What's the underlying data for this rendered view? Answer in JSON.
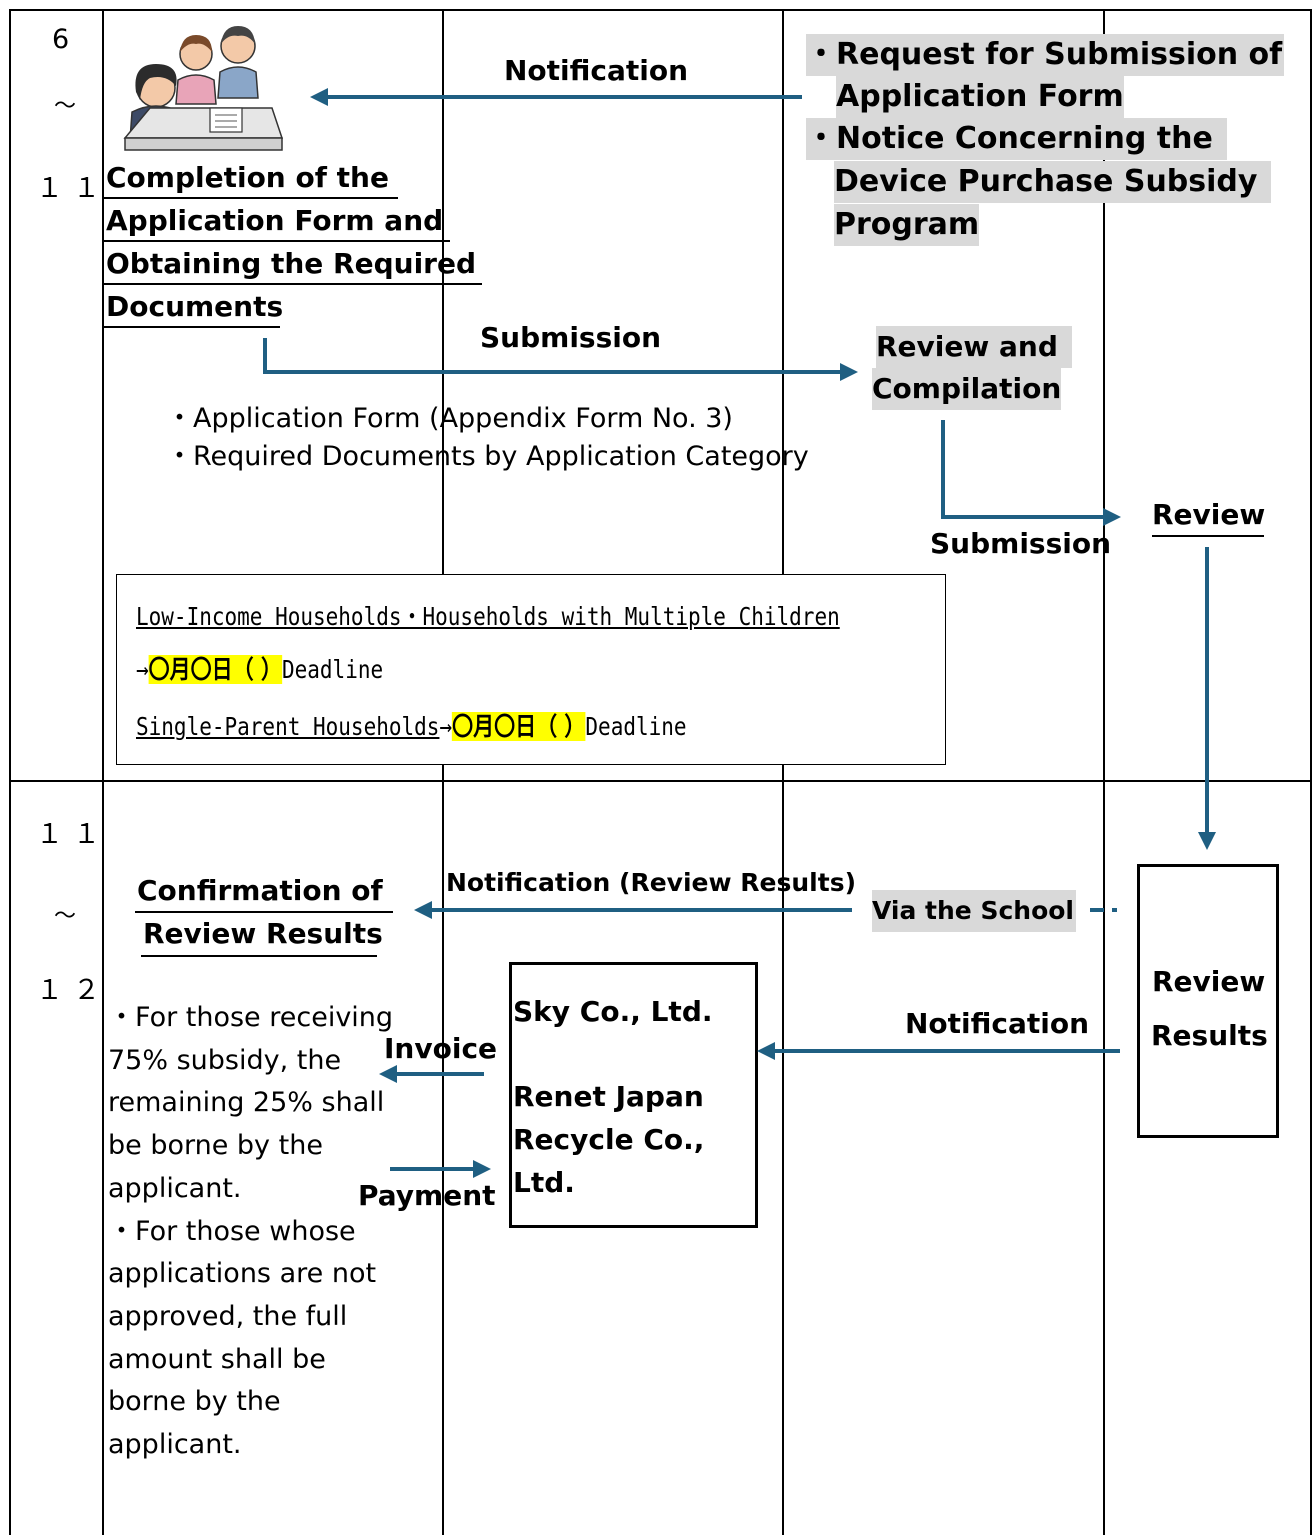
{
  "periods": {
    "first": {
      "start": "6",
      "tilde": "〜",
      "end": "１１"
    },
    "second": {
      "start": "１１",
      "tilde": "〜",
      "end": "１２"
    }
  },
  "applicant": {
    "completion_lines": [
      "Completion of the",
      "Application Form and",
      "Obtaining the Required",
      "Documents"
    ],
    "confirmation_lines": [
      "Confirmation of",
      "Review Results"
    ],
    "payment_note_lines": [
      "・For those receiving",
      "75% subsidy, the",
      "remaining 25% shall",
      "be borne by the",
      "applicant.",
      "・For those whose",
      "applications are not",
      "approved, the full",
      "amount shall be",
      "borne by the",
      "applicant."
    ]
  },
  "board": {
    "request_lines": [
      "・Request for Submission of",
      "Application Form",
      "・Notice Concerning the",
      "Device Purchase Subsidy",
      "Program"
    ],
    "review_compile_lines": [
      "Review and",
      "Compilation"
    ],
    "via_school": "Via the School"
  },
  "arrows": {
    "notification_top": "Notification",
    "submission_1": "Submission",
    "submission_2": "Submission",
    "notification_review": "Notification (Review Results)",
    "notification_vendor": "Notification",
    "invoice": "Invoice",
    "payment": "Payment"
  },
  "documents": [
    "・Application Form (Appendix Form No. 3)",
    "・Required Documents by Application Category"
  ],
  "deadlines": {
    "line1": "Low-Income Households・Households with Multiple Children",
    "arrow": "→",
    "date": "〇月〇日（ ）",
    "deadline_word": "Deadline",
    "line3_label": "Single-Parent Households"
  },
  "review": {
    "label": "Review",
    "results_lines": [
      "Review",
      "Results"
    ]
  },
  "vendor": {
    "lines": [
      "Sky Co., Ltd.",
      "",
      "Renet Japan",
      "Recycle Co.,",
      "Ltd."
    ]
  },
  "colors": {
    "arrow": "#1f5f82",
    "highlight_grey": "#d9d9d9",
    "highlight_yellow": "#ffff00"
  }
}
